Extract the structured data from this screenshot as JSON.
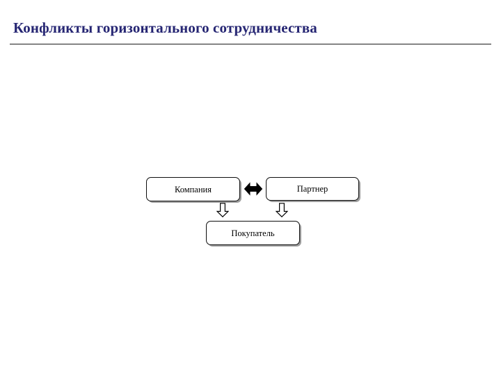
{
  "slide": {
    "title": "Конфликты горизонтального сотрудничества",
    "title_color": "#262673",
    "background_color": "#ffffff",
    "rule_color": "#1a1a1a"
  },
  "diagram": {
    "type": "relationship-diagram",
    "node_border_color": "#0d0d0d",
    "node_fill_color": "#ffffff",
    "node_text_color": "#000000",
    "connector_color": "#000000",
    "nodes": [
      {
        "id": "company",
        "label": "Компания"
      },
      {
        "id": "partner",
        "label": "Партнер"
      },
      {
        "id": "buyer",
        "label": "Покупатель"
      }
    ],
    "connectors": [
      {
        "id": "company-partner",
        "icon": "double-headed-horizontal-arrow-icon",
        "style": "solid-filled",
        "from": "Компания",
        "to": "Партнер"
      },
      {
        "id": "company-buyer",
        "icon": "down-arrow-icon",
        "style": "hollow-outline",
        "from": "Компания",
        "to": "Покупатель"
      },
      {
        "id": "partner-buyer",
        "icon": "down-arrow-icon",
        "style": "hollow-outline",
        "from": "Партнер",
        "to": "Покупатель"
      }
    ]
  }
}
